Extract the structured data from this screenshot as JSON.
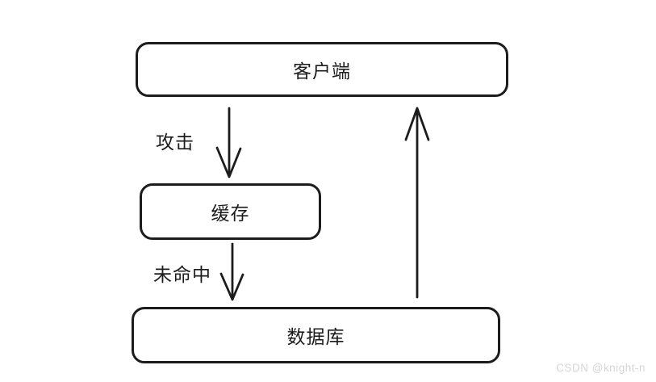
{
  "diagram": {
    "type": "flowchart",
    "nodes": [
      {
        "id": "client",
        "label": "客户端"
      },
      {
        "id": "cache",
        "label": "缓存"
      },
      {
        "id": "database",
        "label": "数据库"
      }
    ],
    "edges": [
      {
        "from": "client",
        "to": "cache",
        "label": "攻击",
        "direction": "down"
      },
      {
        "from": "cache",
        "to": "database",
        "label": "未命中",
        "direction": "down"
      },
      {
        "from": "database",
        "to": "client",
        "label": "",
        "direction": "up"
      }
    ],
    "colors": {
      "stroke": "#1c1c1c",
      "background": "#ffffff",
      "watermark": "#d6d6d6"
    }
  },
  "watermark": {
    "text": "CSDN @knight-n"
  }
}
